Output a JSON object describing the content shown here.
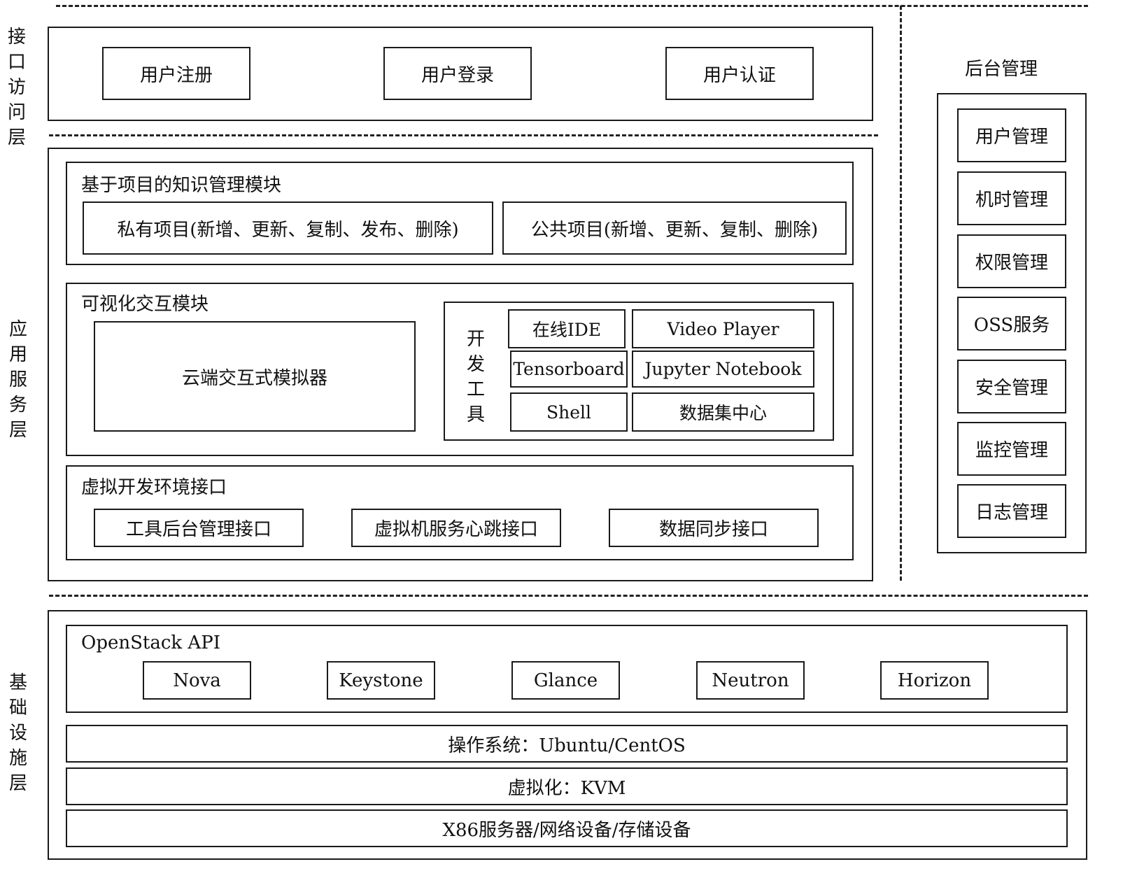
{
  "layers": {
    "interface": [
      "接",
      "口",
      "访",
      "问",
      "层"
    ],
    "service": [
      "应",
      "用",
      "服",
      "务",
      "层"
    ],
    "infra": [
      "基",
      "础",
      "设",
      "施",
      "层"
    ]
  },
  "interface_layer": {
    "items": [
      "用户注册",
      "用户登录",
      "用户认证"
    ]
  },
  "knowledge_module": {
    "title": "基于项目的知识管理模块",
    "private": "私有项目(新增、更新、复制、发布、删除)",
    "public": "公共项目(新增、更新、复制、删除)"
  },
  "visual_module": {
    "title": "可视化交互模块",
    "simulator": "云端交互式模拟器",
    "devtools_label": [
      "开",
      "发",
      "工",
      "具"
    ],
    "tools": [
      "在线IDE",
      "Video Player",
      "Tensorboard",
      "Jupyter Notebook",
      "Shell",
      "数据集中心"
    ]
  },
  "virtual_env": {
    "title": "虚拟开发环境接口",
    "items": [
      "工具后台管理接口",
      "虚拟机服务心跳接口",
      "数据同步接口"
    ]
  },
  "backend": {
    "title": "后台管理",
    "items": [
      "用户管理",
      "机时管理",
      "权限管理",
      "OSS服务",
      "安全管理",
      "监控管理",
      "日志管理"
    ]
  },
  "openstack": {
    "title": "OpenStack API",
    "items": [
      "Nova",
      "Keystone",
      "Glance",
      "Neutron",
      "Horizon"
    ]
  },
  "infra_rows": [
    "操作系统：Ubuntu/CentOS",
    "虚拟化：KVM",
    "X86服务器/网络设备/存储设备"
  ]
}
